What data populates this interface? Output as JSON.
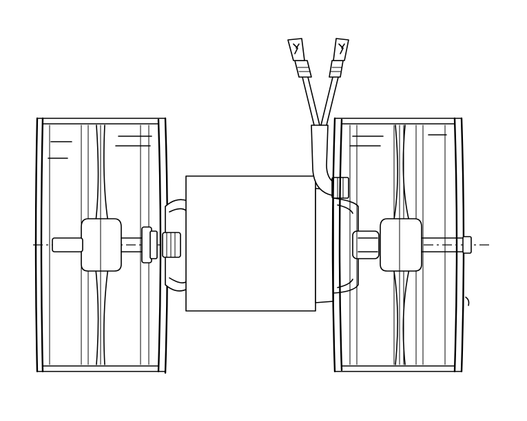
{
  "drawing": {
    "subject": "",
    "components": [
      {
        "id": "left-blower-wheel",
        "icon": "squirrel-cage-wheel-icon"
      },
      {
        "id": "motor-housing",
        "icon": "motor-can-icon"
      },
      {
        "id": "right-blower-wheel",
        "icon": "squirrel-cage-wheel-icon"
      },
      {
        "id": "wire-lead-pair",
        "icon": "spade-terminal-icon"
      },
      {
        "id": "shaft",
        "icon": "shaft-centerline-icon"
      }
    ],
    "colors": {
      "line": "#000000",
      "background": "#ffffff"
    }
  }
}
